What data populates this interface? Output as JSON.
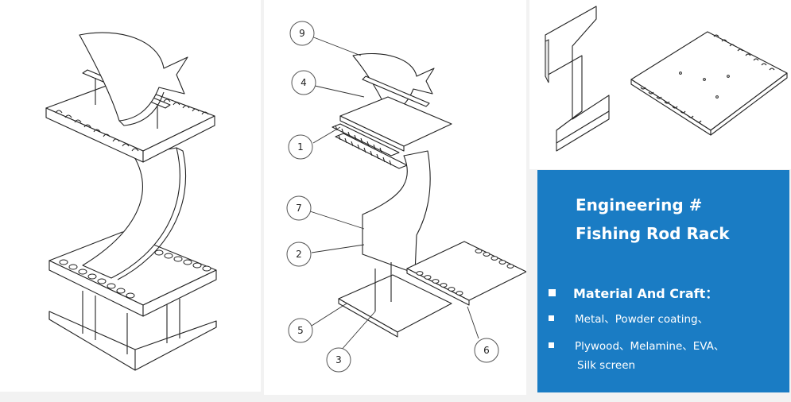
{
  "callouts": [
    "9",
    "4",
    "1",
    "7",
    "2",
    "5",
    "3",
    "6"
  ],
  "info": {
    "title_line1": "Engineering #",
    "title_line2": "Fishing Rod Rack",
    "material_heading": "Material And Craft：",
    "material_line1": "Metal、Powder coating、",
    "material_line2": "Plywood、Melamine、EVA、",
    "material_line3": "Silk screen"
  },
  "colors": {
    "info_background": "#1a7cc4",
    "info_text": "#ffffff",
    "page_background": "#f2f2f2"
  },
  "icons": [
    "square-bullet-icon"
  ]
}
